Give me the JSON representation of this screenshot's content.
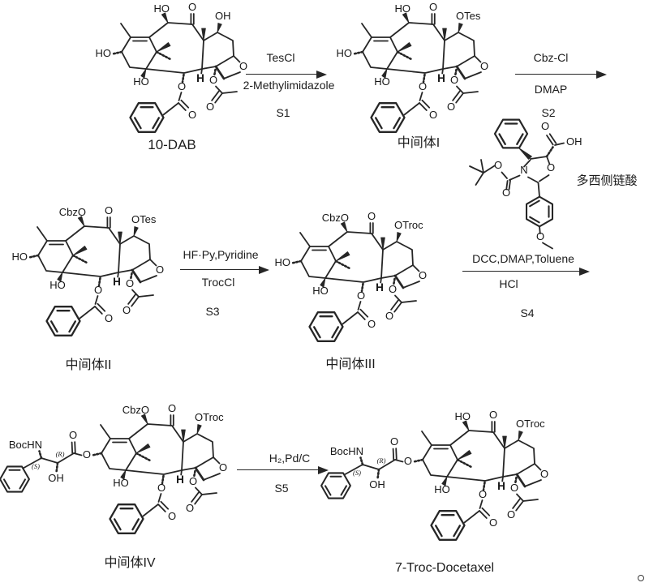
{
  "page": {
    "background": "#ffffff",
    "ink": "#262626"
  },
  "compounds": {
    "dab": {
      "name": "10-DAB",
      "c10": "HO",
      "c9_o": "O",
      "c7": "OH",
      "c13": "HO",
      "c1": "HO",
      "h": "H",
      "oxo": "O",
      "bzo": "O",
      "bzco": "O",
      "aco": "O",
      "acco": "O"
    },
    "int1": {
      "name": "中间体I",
      "c10": "HO",
      "c9_o": "O",
      "c7": "OTes",
      "c13": "HO",
      "c1": "HO",
      "h": "H",
      "oxo": "O",
      "bzo": "O",
      "bzco": "O",
      "aco": "O",
      "acco": "O"
    },
    "int2": {
      "name": "中间体II",
      "c10": "CbzO",
      "c9_o": "O",
      "c7": "OTes",
      "c13": "HO",
      "c1": "HO",
      "h": "H",
      "oxo": "O",
      "bzo": "O",
      "bzco": "O",
      "aco": "O",
      "acco": "O"
    },
    "int3": {
      "name": "中间体III",
      "c10": "CbzO",
      "c9_o": "O",
      "c7": "OTroc",
      "c13": "HO",
      "c1": "HO",
      "h": "H",
      "oxo": "O",
      "bzo": "O",
      "bzco": "O",
      "aco": "O",
      "acco": "O"
    },
    "int4": {
      "name": "中间体IV",
      "c10": "CbzO",
      "c9_o": "O",
      "c7": "OTroc",
      "c13": "O",
      "c1": "HO",
      "h": "H",
      "oxo": "O",
      "bzo": "O",
      "bzco": "O",
      "aco": "O",
      "acco": "O",
      "sc": {
        "nh": "BocHN",
        "s": "(S)",
        "r": "(R)",
        "oh": "OH",
        "co": "O"
      }
    },
    "product": {
      "name": "7-Troc-Docetaxel",
      "c10": "HO",
      "c9_o": "O",
      "c7": "OTroc",
      "c13": "O",
      "c1": "HO",
      "h": "H",
      "oxo": "O",
      "bzo": "O",
      "bzco": "O",
      "aco": "O",
      "acco": "O",
      "sc": {
        "nh": "BocHN",
        "s": "(S)",
        "r": "(R)",
        "oh": "OH",
        "co": "O"
      }
    },
    "acid": {
      "name": "多西侧链酸",
      "n": "N",
      "ring_o": "O",
      "acid_co_o": "O",
      "acid_oh": "OH",
      "boc_o": "O",
      "boc_co_o": "O",
      "pmp_o": "O"
    }
  },
  "steps": [
    {
      "step": "S1",
      "line1": "TesCl",
      "line2": "2-Methylimidazole"
    },
    {
      "step": "S2",
      "line1": "Cbz-Cl",
      "line2": "DMAP"
    },
    {
      "step": "S3",
      "line1": "HF·Py,Pyridine",
      "line2": "TrocCl"
    },
    {
      "step": "S4",
      "line1": "DCC,DMAP,Toluene",
      "line2": "HCl"
    },
    {
      "step": "S5",
      "line1": "H₂,Pd/C",
      "line2": ""
    }
  ]
}
